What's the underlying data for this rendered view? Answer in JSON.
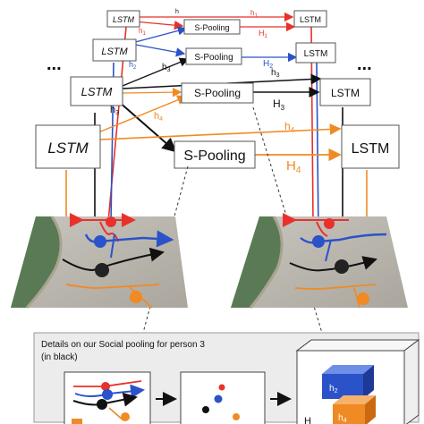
{
  "layers": [
    {
      "lstm": "LSTM",
      "pool": "S-Pooling",
      "hidden": "h",
      "hidden_sub": "",
      "pooled": "H",
      "pooled_sub": "1",
      "state_h": "h",
      "state_h_sub": "1"
    },
    {
      "lstm": "LSTM",
      "pool": "S-Pooling",
      "hidden": "h",
      "hidden_sub": "2",
      "pooled": "H",
      "pooled_sub": "2",
      "state_h": "h",
      "state_h_sub": "1"
    },
    {
      "lstm": "LSTM",
      "pool": "S-Pooling",
      "hidden": "h",
      "hidden_sub": "3",
      "pooled": "H",
      "pooled_sub": "3",
      "state_h": "h",
      "state_h_sub": "3"
    },
    {
      "lstm": "LSTM",
      "pool": "S-Pooling",
      "hidden": "h",
      "hidden_sub": "4",
      "pooled": "H",
      "pooled_sub": "4",
      "state_h": "h",
      "state_h_sub": "4"
    }
  ],
  "ellipsis": "...",
  "details": {
    "caption_line1": "Details on our Social pooling for person 3",
    "caption_line2": "(in black)",
    "tensor_labels": [
      "h",
      "h"
    ],
    "tensor_subs": [
      "2",
      "4"
    ],
    "h_label": "H"
  },
  "colors": {
    "person1": "#e8312a",
    "person2": "#2b52c8",
    "person3": "#111111",
    "person4": "#f08a24",
    "ground": "#b9b5ad",
    "grass": "#5a7a55"
  }
}
